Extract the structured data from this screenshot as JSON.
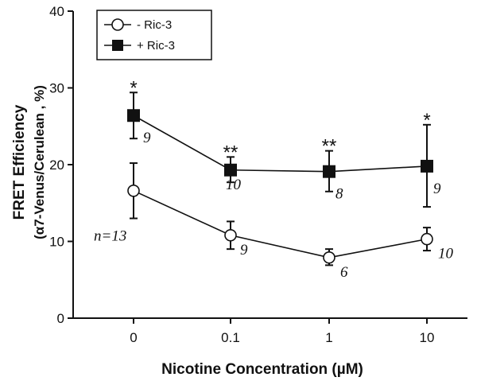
{
  "chart_data": {
    "type": "line",
    "title": "",
    "xlabel": "Nicotine Concentration (µM)",
    "ylabel_line1": "FRET Efficiency",
    "ylabel_line2": "(α7-Venus/Cerulean , %)",
    "categories": [
      "0",
      "0.1",
      "1",
      "10"
    ],
    "ylim": [
      0,
      40
    ],
    "yticks": [
      "0",
      "10",
      "20",
      "30",
      "40"
    ],
    "ytick_values": [
      0,
      10,
      20,
      30,
      40
    ],
    "grid": false,
    "legend_position": "top-left",
    "series": [
      {
        "name": "- Ric-3",
        "marker": "open-circle",
        "values": [
          16.6,
          10.8,
          7.9,
          10.3
        ],
        "err_low": [
          13.0,
          9.0,
          6.9,
          8.8
        ],
        "err_high": [
          20.2,
          12.6,
          9.0,
          11.8
        ],
        "n_labels": [
          "n=13",
          "9",
          "6",
          "10"
        ]
      },
      {
        "name": "+ Ric-3",
        "marker": "filled-square",
        "values": [
          26.4,
          19.3,
          19.1,
          19.8
        ],
        "err_low": [
          23.4,
          17.7,
          16.5,
          14.5
        ],
        "err_high": [
          29.4,
          21.0,
          21.8,
          25.2
        ],
        "n_labels": [
          "9",
          "10",
          "8",
          "9"
        ],
        "significance": [
          "*",
          "**",
          "**",
          "*"
        ]
      }
    ]
  },
  "colors": {
    "ink": "#111111",
    "background": "#ffffff"
  }
}
